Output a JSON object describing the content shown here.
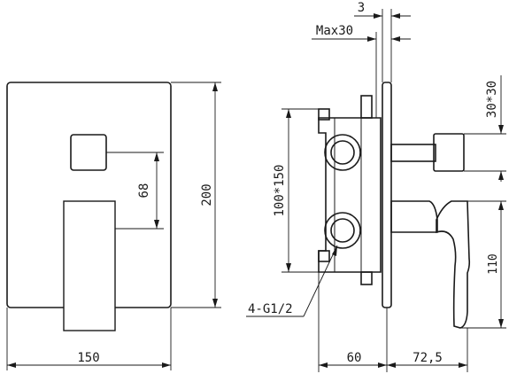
{
  "dimensions": {
    "front_width": "150",
    "front_height": "200",
    "button_to_handle": "68",
    "side_gap": "3",
    "max_depth": "Max30",
    "square_size": "30*30",
    "box_size": "100*150",
    "port_callout": "4-G1/2",
    "box_depth": "60",
    "handle_depth": "72,5",
    "handle_height": "110"
  }
}
